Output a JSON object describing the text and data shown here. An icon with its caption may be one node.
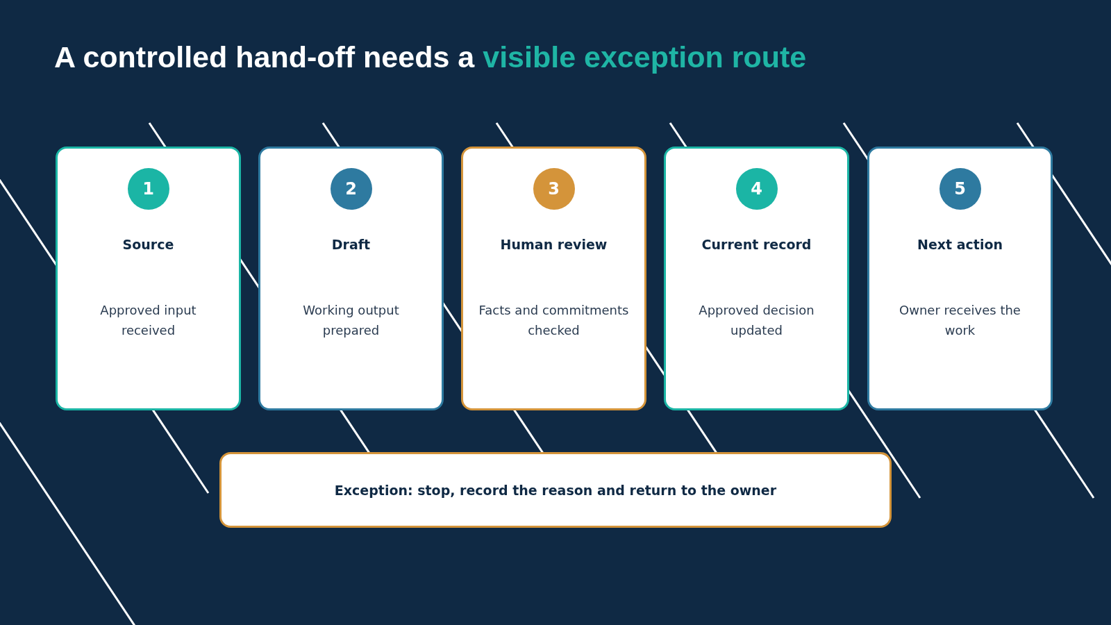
{
  "diagram": {
    "title": "A controlled hand-off needs a visible exception route",
    "nodes": [
      {
        "text": [
          "1",
          "Source",
          "Approved input received"
        ]
      },
      {
        "text": [
          "2",
          "Draft",
          "Working output prepared"
        ]
      },
      {
        "text": [
          "3",
          "Human review",
          "Facts and commitments checked"
        ]
      },
      {
        "text": [
          "4",
          "Current record",
          "Approved decision updated"
        ]
      },
      {
        "text": [
          "5",
          "Next action",
          "Owner receives the work"
        ]
      },
      {
        "text": [
          "Exception: stop, record the reason and return to the owner"
        ]
      }
    ]
  }
}
